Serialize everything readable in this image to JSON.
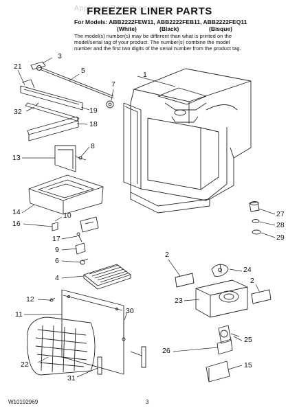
{
  "header": {
    "watermark": "AppliancePartsPros.com",
    "title": "FREEZER LINER PARTS",
    "models_line": "For Models: ABB2222FEW11, ABB2222FEB11, ABB2222FEQ11",
    "colors": [
      "(White)",
      "(Black)",
      "(Bisque)"
    ],
    "note": "The model(s) number(s) may be different than what is printed on the model/serial tag of your product. The number(s) combine the model number and the first two digits of the serial number from the product tag."
  },
  "callouts": {
    "c1": "1",
    "c2a": "2",
    "c2b": "2",
    "c3": "3",
    "c4": "4",
    "c5": "5",
    "c6": "6",
    "c7": "7",
    "c8": "8",
    "c9": "9",
    "c10": "10",
    "c11": "11",
    "c12": "12",
    "c13": "13",
    "c14": "14",
    "c15": "15",
    "c16": "16",
    "c17": "17",
    "c18": "18",
    "c19": "19",
    "c21": "21",
    "c22": "22",
    "c23": "23",
    "c24": "24",
    "c25": "25",
    "c26": "26",
    "c27": "27",
    "c28": "28",
    "c29": "29",
    "c30": "30",
    "c31": "31",
    "c32": "32"
  },
  "footer": {
    "doc_number": "W10192969",
    "page_number": "3"
  }
}
